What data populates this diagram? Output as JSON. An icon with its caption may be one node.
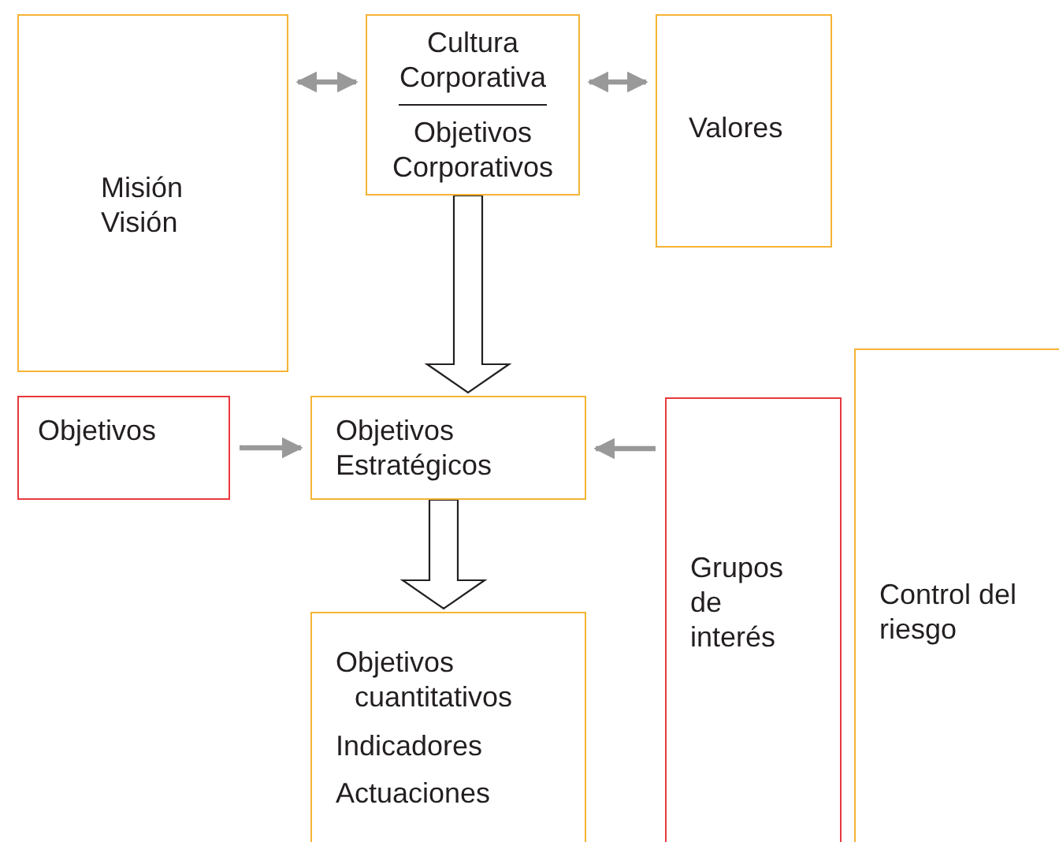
{
  "diagram": {
    "nodes": [
      {
        "text": [
          "Misión Visión"
        ]
      },
      {
        "text": [
          "Cultura Corporativa",
          "Objetivos Corporativos"
        ]
      },
      {
        "text": [
          "Valores"
        ]
      },
      {
        "text": [
          "Objetivos"
        ]
      },
      {
        "text": [
          "Objetivos Estratégicos"
        ]
      },
      {
        "text": [
          "Grupos de interés"
        ]
      },
      {
        "text": [
          "Control del riesgo"
        ]
      },
      {
        "text": [
          "Objetivos cuantitativos",
          "Indicadores",
          "Actuaciones"
        ]
      }
    ],
    "edges": [
      {
        "from": 0,
        "to": 1,
        "arrow": "both"
      },
      {
        "from": 1,
        "to": 2,
        "arrow": "both"
      },
      {
        "from": 1,
        "to": 4,
        "arrow": "to",
        "style": "thick",
        "color": "#231f20"
      },
      {
        "from": 3,
        "to": 4,
        "arrow": "to"
      },
      {
        "from": 5,
        "to": 4,
        "arrow": "to"
      },
      {
        "from": 4,
        "to": 7,
        "arrow": "to",
        "style": "thick",
        "color": "#231f20"
      }
    ]
  }
}
